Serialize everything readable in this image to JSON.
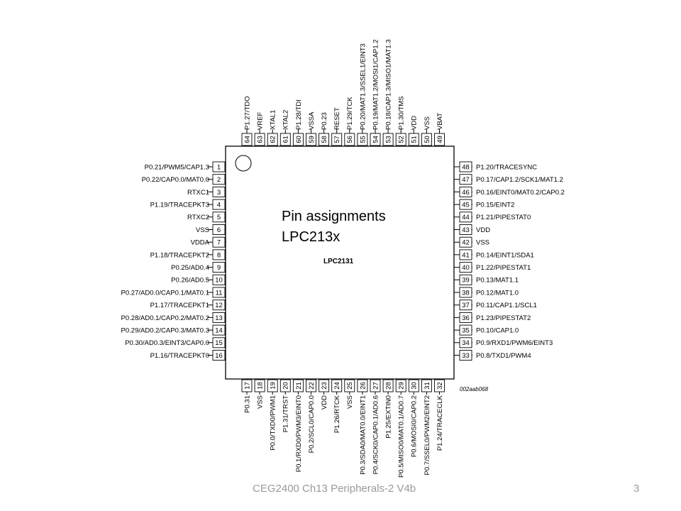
{
  "slide": {
    "heading_line1": "Pin assignments",
    "heading_line2": "LPC213x",
    "footer": "CEG2400 Ch13 Peripherals-2 V4b",
    "slide_number": "3"
  },
  "chip": {
    "name": "LPC2131",
    "diagram_id": "002aab068",
    "left_pins": [
      {
        "num": "1",
        "label": "P0.21/PWM5/CAP1.3"
      },
      {
        "num": "2",
        "label": "P0.22/CAP0.0/MAT0.0"
      },
      {
        "num": "3",
        "label": "RTXC1"
      },
      {
        "num": "4",
        "label": "P1.19/TRACEPKT3"
      },
      {
        "num": "5",
        "label": "RTXC2"
      },
      {
        "num": "6",
        "label": "VSS"
      },
      {
        "num": "7",
        "label": "VDDA"
      },
      {
        "num": "8",
        "label": "P1.18/TRACEPKT2"
      },
      {
        "num": "9",
        "label": "P0.25/AD0.4"
      },
      {
        "num": "10",
        "label": "P0.26/AD0.5"
      },
      {
        "num": "11",
        "label": "P0.27/AD0.0/CAP0.1/MAT0.1"
      },
      {
        "num": "12",
        "label": "P1.17/TRACEPKT1"
      },
      {
        "num": "13",
        "label": "P0.28/AD0.1/CAP0.2/MAT0.2"
      },
      {
        "num": "14",
        "label": "P0.29/AD0.2/CAP0.3/MAT0.3"
      },
      {
        "num": "15",
        "label": "P0.30/AD0.3/EINT3/CAP0.0"
      },
      {
        "num": "16",
        "label": "P1.16/TRACEPKT0"
      }
    ],
    "right_pins": [
      {
        "num": "48",
        "label": "P1.20/TRACESYNC"
      },
      {
        "num": "47",
        "label": "P0.17/CAP1.2/SCK1/MAT1.2"
      },
      {
        "num": "46",
        "label": "P0.16/EINT0/MAT0.2/CAP0.2"
      },
      {
        "num": "45",
        "label": "P0.15/EINT2"
      },
      {
        "num": "44",
        "label": "P1.21/PIPESTAT0"
      },
      {
        "num": "43",
        "label": "VDD"
      },
      {
        "num": "42",
        "label": "VSS"
      },
      {
        "num": "41",
        "label": "P0.14/EINT1/SDA1"
      },
      {
        "num": "40",
        "label": "P1.22/PIPESTAT1"
      },
      {
        "num": "39",
        "label": "P0.13/MAT1.1"
      },
      {
        "num": "38",
        "label": "P0.12/MAT1.0"
      },
      {
        "num": "37",
        "label": "P0.11/CAP1.1/SCL1"
      },
      {
        "num": "36",
        "label": "P1.23/PIPESTAT2"
      },
      {
        "num": "35",
        "label": "P0.10/CAP1.0"
      },
      {
        "num": "34",
        "label": "P0.9/RXD1/PWM6/EINT3"
      },
      {
        "num": "33",
        "label": "P0.8/TXD1/PWM4"
      }
    ],
    "top_pins": [
      {
        "num": "64",
        "label": "P1.27/TDO"
      },
      {
        "num": "63",
        "label": "VREF"
      },
      {
        "num": "62",
        "label": "XTAL1"
      },
      {
        "num": "61",
        "label": "XTAL2"
      },
      {
        "num": "60",
        "label": "P1.28/TDI"
      },
      {
        "num": "59",
        "label": "VSSA"
      },
      {
        "num": "58",
        "label": "P0.23"
      },
      {
        "num": "57",
        "label": "RESET"
      },
      {
        "num": "56",
        "label": "P1.29/TCK"
      },
      {
        "num": "55",
        "label": "P0.20/MAT1.3/SSEL1/EINT3"
      },
      {
        "num": "54",
        "label": "P0.19/MAT1.2/MOSI1/CAP1.2"
      },
      {
        "num": "53",
        "label": "P0.18/CAP1.3/MISO1/MAT1.3"
      },
      {
        "num": "52",
        "label": "P1.30/TMS"
      },
      {
        "num": "51",
        "label": "VDD"
      },
      {
        "num": "50",
        "label": "VSS"
      },
      {
        "num": "49",
        "label": "VBAT"
      }
    ],
    "bottom_pins": [
      {
        "num": "17",
        "label": "P0.31"
      },
      {
        "num": "18",
        "label": "VSS"
      },
      {
        "num": "19",
        "label": "P0.0/TXD0/PWM1"
      },
      {
        "num": "20",
        "label": "P1.31/TRST"
      },
      {
        "num": "21",
        "label": "P0.1/RXD0/PWM3/EINT0"
      },
      {
        "num": "22",
        "label": "P0.2/SCL0/CAP0.0"
      },
      {
        "num": "23",
        "label": "VDD"
      },
      {
        "num": "24",
        "label": "P1.26/RTCK"
      },
      {
        "num": "25",
        "label": "VSS"
      },
      {
        "num": "26",
        "label": "P0.3/SDA0/MAT0.0/EINT1"
      },
      {
        "num": "27",
        "label": "P0.4/SCK0/CAP0.1/AD0.6"
      },
      {
        "num": "28",
        "label": "P1.25/EXTIN0"
      },
      {
        "num": "29",
        "label": "P0.5/MISO0/MAT0.1/AD0.7"
      },
      {
        "num": "30",
        "label": "P0.6/MOSI0/CAP0.2"
      },
      {
        "num": "31",
        "label": "P0.7/SSEL0/PWM2/EINT2"
      },
      {
        "num": "32",
        "label": "P1.24/TRACECLK"
      }
    ]
  }
}
